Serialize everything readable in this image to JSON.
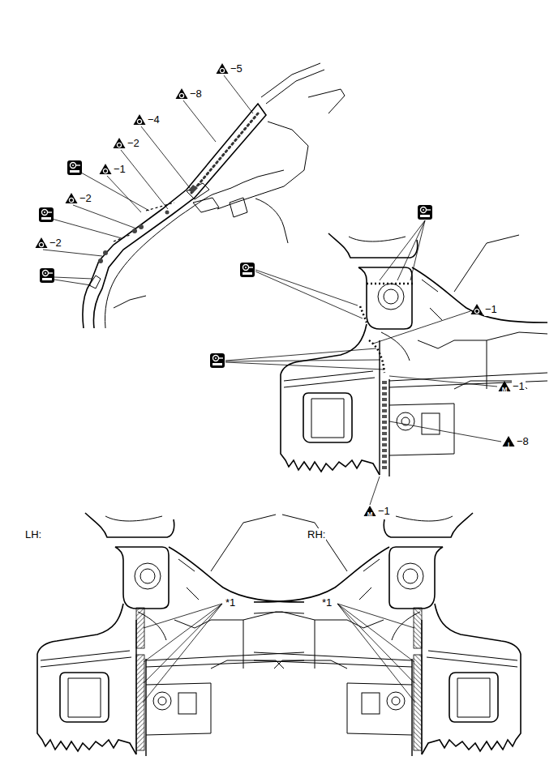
{
  "diagram": {
    "labels": [
      "−5",
      "−8",
      "−4",
      "−2",
      "−1",
      "−2",
      "−2",
      "−1",
      "M",
      "−1",
      "I",
      "−8",
      "M",
      "−1",
      "LH:",
      "RH:",
      "*1",
      "*1"
    ]
  }
}
